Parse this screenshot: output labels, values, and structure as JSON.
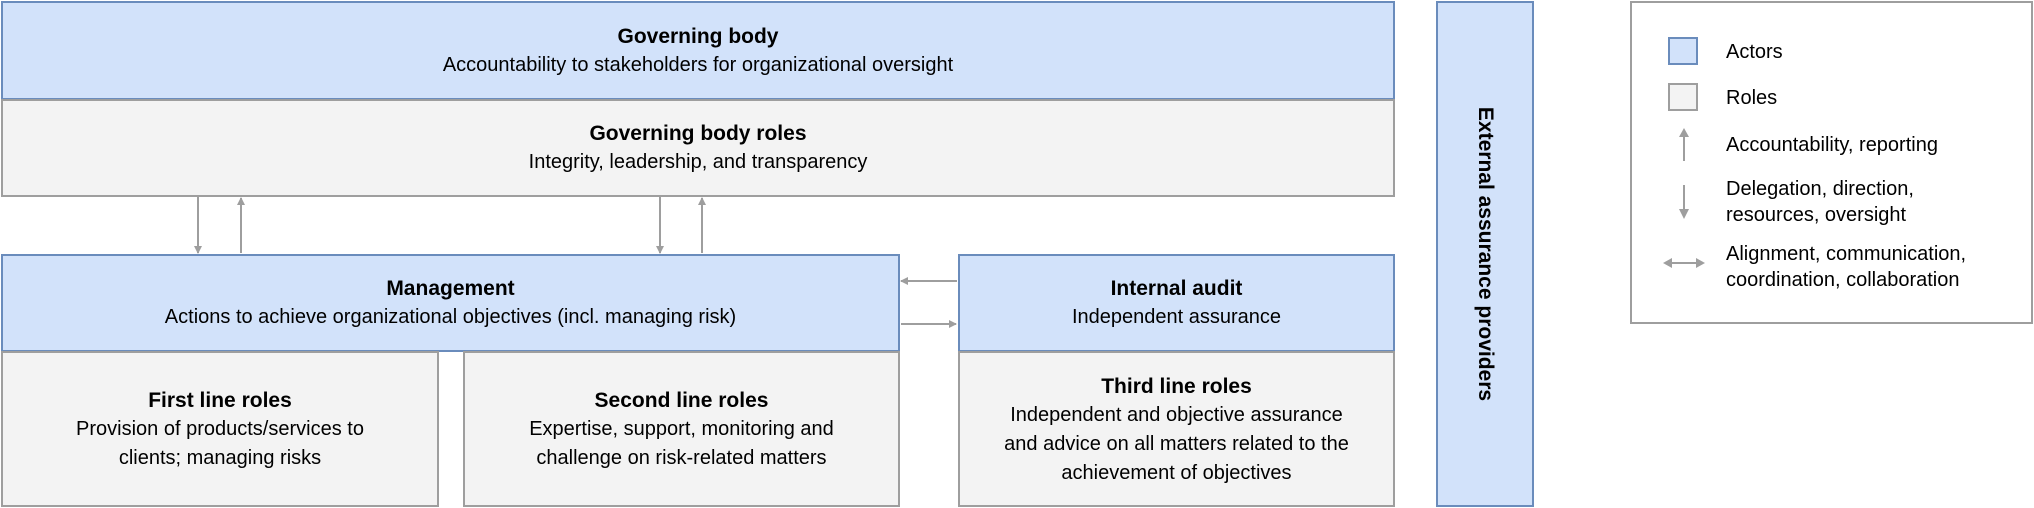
{
  "governing_body": {
    "title": "Governing body",
    "desc": "Accountability to stakeholders for organizational oversight"
  },
  "governing_body_roles": {
    "title": "Governing body roles",
    "desc": "Integrity, leadership, and transparency"
  },
  "management": {
    "title": "Management",
    "desc": "Actions to achieve organizational objectives (incl. managing risk)"
  },
  "internal_audit": {
    "title": "Internal audit",
    "desc": "Independent assurance"
  },
  "first_line": {
    "title": "First line roles",
    "desc_lines": [
      "Provision of products/services to",
      "clients; managing risks"
    ]
  },
  "second_line": {
    "title": "Second line roles",
    "desc_lines": [
      "Expertise, support, monitoring and",
      "challenge on risk-related matters"
    ]
  },
  "third_line": {
    "title": "Third line roles",
    "desc_lines": [
      "Independent and objective assurance",
      "and advice on all matters related to the",
      "achievement of objectives"
    ]
  },
  "external": {
    "label": "External assurance providers"
  },
  "legend": {
    "actors": "Actors",
    "roles": "Roles",
    "up_arrow": "Accountability, reporting",
    "down_arrow_lines": [
      "Delegation, direction,",
      "resources, oversight"
    ],
    "double_arrow_lines": [
      "Alignment, communication,",
      "coordination, collaboration"
    ]
  },
  "colors": {
    "actor_fill": "#d2e2fa",
    "actor_border": "#6a8cbc",
    "role_fill": "#f3f3f3",
    "role_border": "#9e9e9e",
    "arrow": "#9e9e9e"
  }
}
